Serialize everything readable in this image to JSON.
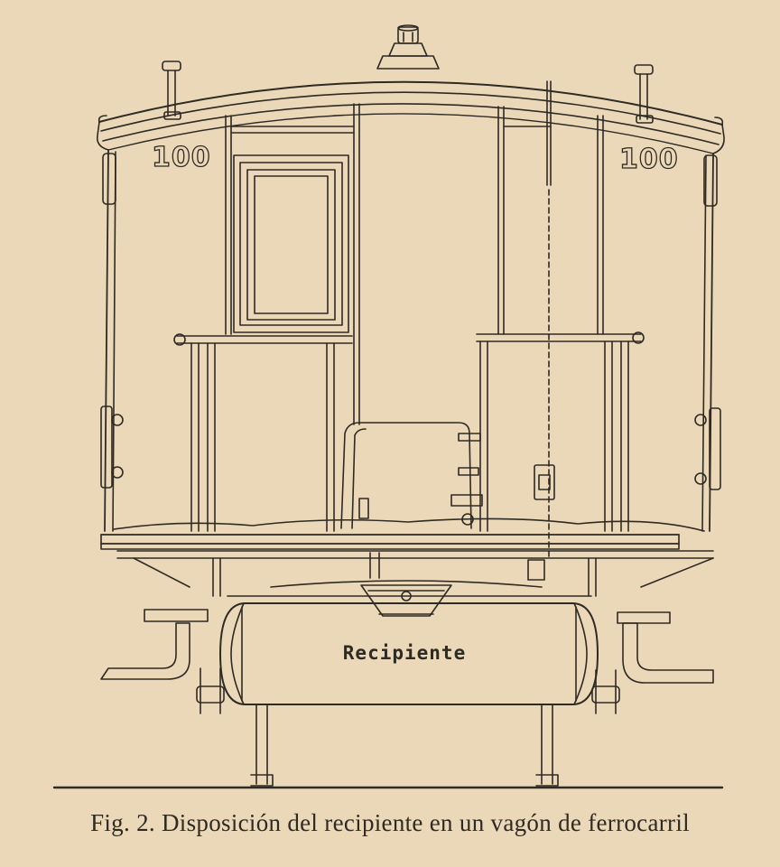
{
  "figure": {
    "car_number_left": "100",
    "car_number_right": "100",
    "tank_label": "Recipiente",
    "caption_prefix": "Fig. 2.",
    "caption_text": "Disposición del recipiente en un vagón de ferrocarril"
  },
  "colors": {
    "paper": "#ead8b9",
    "ink": "#2e2a24"
  }
}
